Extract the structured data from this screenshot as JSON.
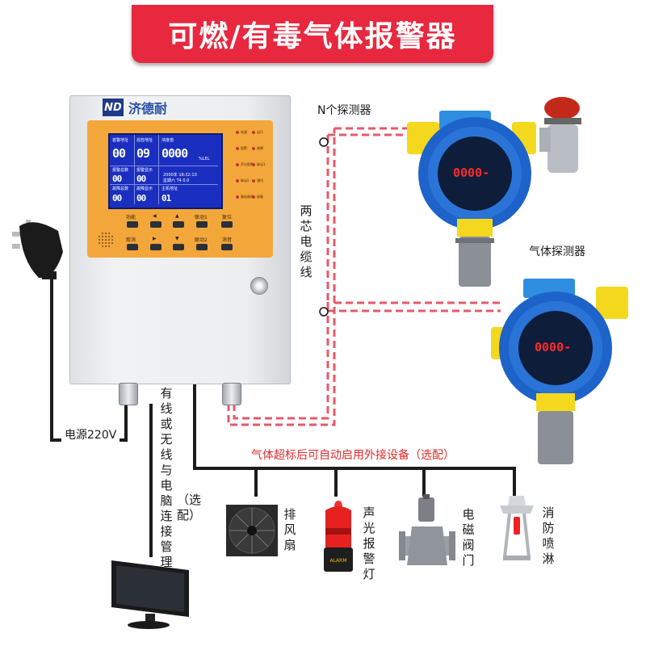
{
  "title": "可燃/有毒气体报警器",
  "controller": {
    "brand_logo": "ND",
    "brand_name": "济德耐",
    "lcd": {
      "col1_header": "首警地址",
      "col2_header": "巡检地址",
      "col3_header": "浓度值",
      "col1_value": "00",
      "col2_value": "09",
      "col3_value": "0000",
      "unit": "%LEL",
      "r2c1": "报警总数",
      "r2c2": "报警显示",
      "r3c1": "故障总数",
      "r3c2": "故障显示",
      "r3c3": "主机地址",
      "r2c1_value": "00",
      "r2c2_value": "00",
      "r3c1_value": "00",
      "r3c2_value": "00",
      "r3c3_value": "01",
      "date": "2000年 18:32:10",
      "date2": "星期六 T4 0.0",
      "indicators": [
        "电源",
        "运行",
        "报警",
        "故障",
        "声光报警",
        "联动1",
        "联动2",
        "通讯",
        "备电故障",
        "屏蔽"
      ]
    },
    "keys": {
      "row1": [
        "功能",
        "◀",
        "▲",
        "联动1",
        "复位"
      ],
      "row2": [
        "取消",
        "▶",
        "▼",
        "联动2",
        "消音"
      ]
    }
  },
  "labels": {
    "n_detectors": "N个探测器",
    "cable": "两芯电缆线",
    "gas_detector": "气体探测器",
    "power": "电源220V",
    "pc_connection": "有线或无线与电脑连接管理",
    "pc_optional": "（选配）",
    "linkage_caption": "气体超标后可自动启用外接设备（选配）"
  },
  "detectors": [
    {
      "display": "0000-"
    },
    {
      "display": "0000-"
    }
  ],
  "devices": [
    {
      "name": "排风扇",
      "icon": "exhaust-fan-icon"
    },
    {
      "name": "声光报警灯",
      "icon": "alarm-light-icon"
    },
    {
      "name": "电磁阀门",
      "icon": "solenoid-valve-icon"
    },
    {
      "name": "消防喷淋",
      "icon": "sprinkler-icon"
    }
  ],
  "colors": {
    "banner": "#e8283f",
    "panel": "#f3a73b",
    "lcd": "#1a2fc0",
    "detector_body": "#f4d81e",
    "detector_window": "#1e63c9",
    "dash_wire": "#e55a6a",
    "caption_red": "#e02a2a"
  }
}
